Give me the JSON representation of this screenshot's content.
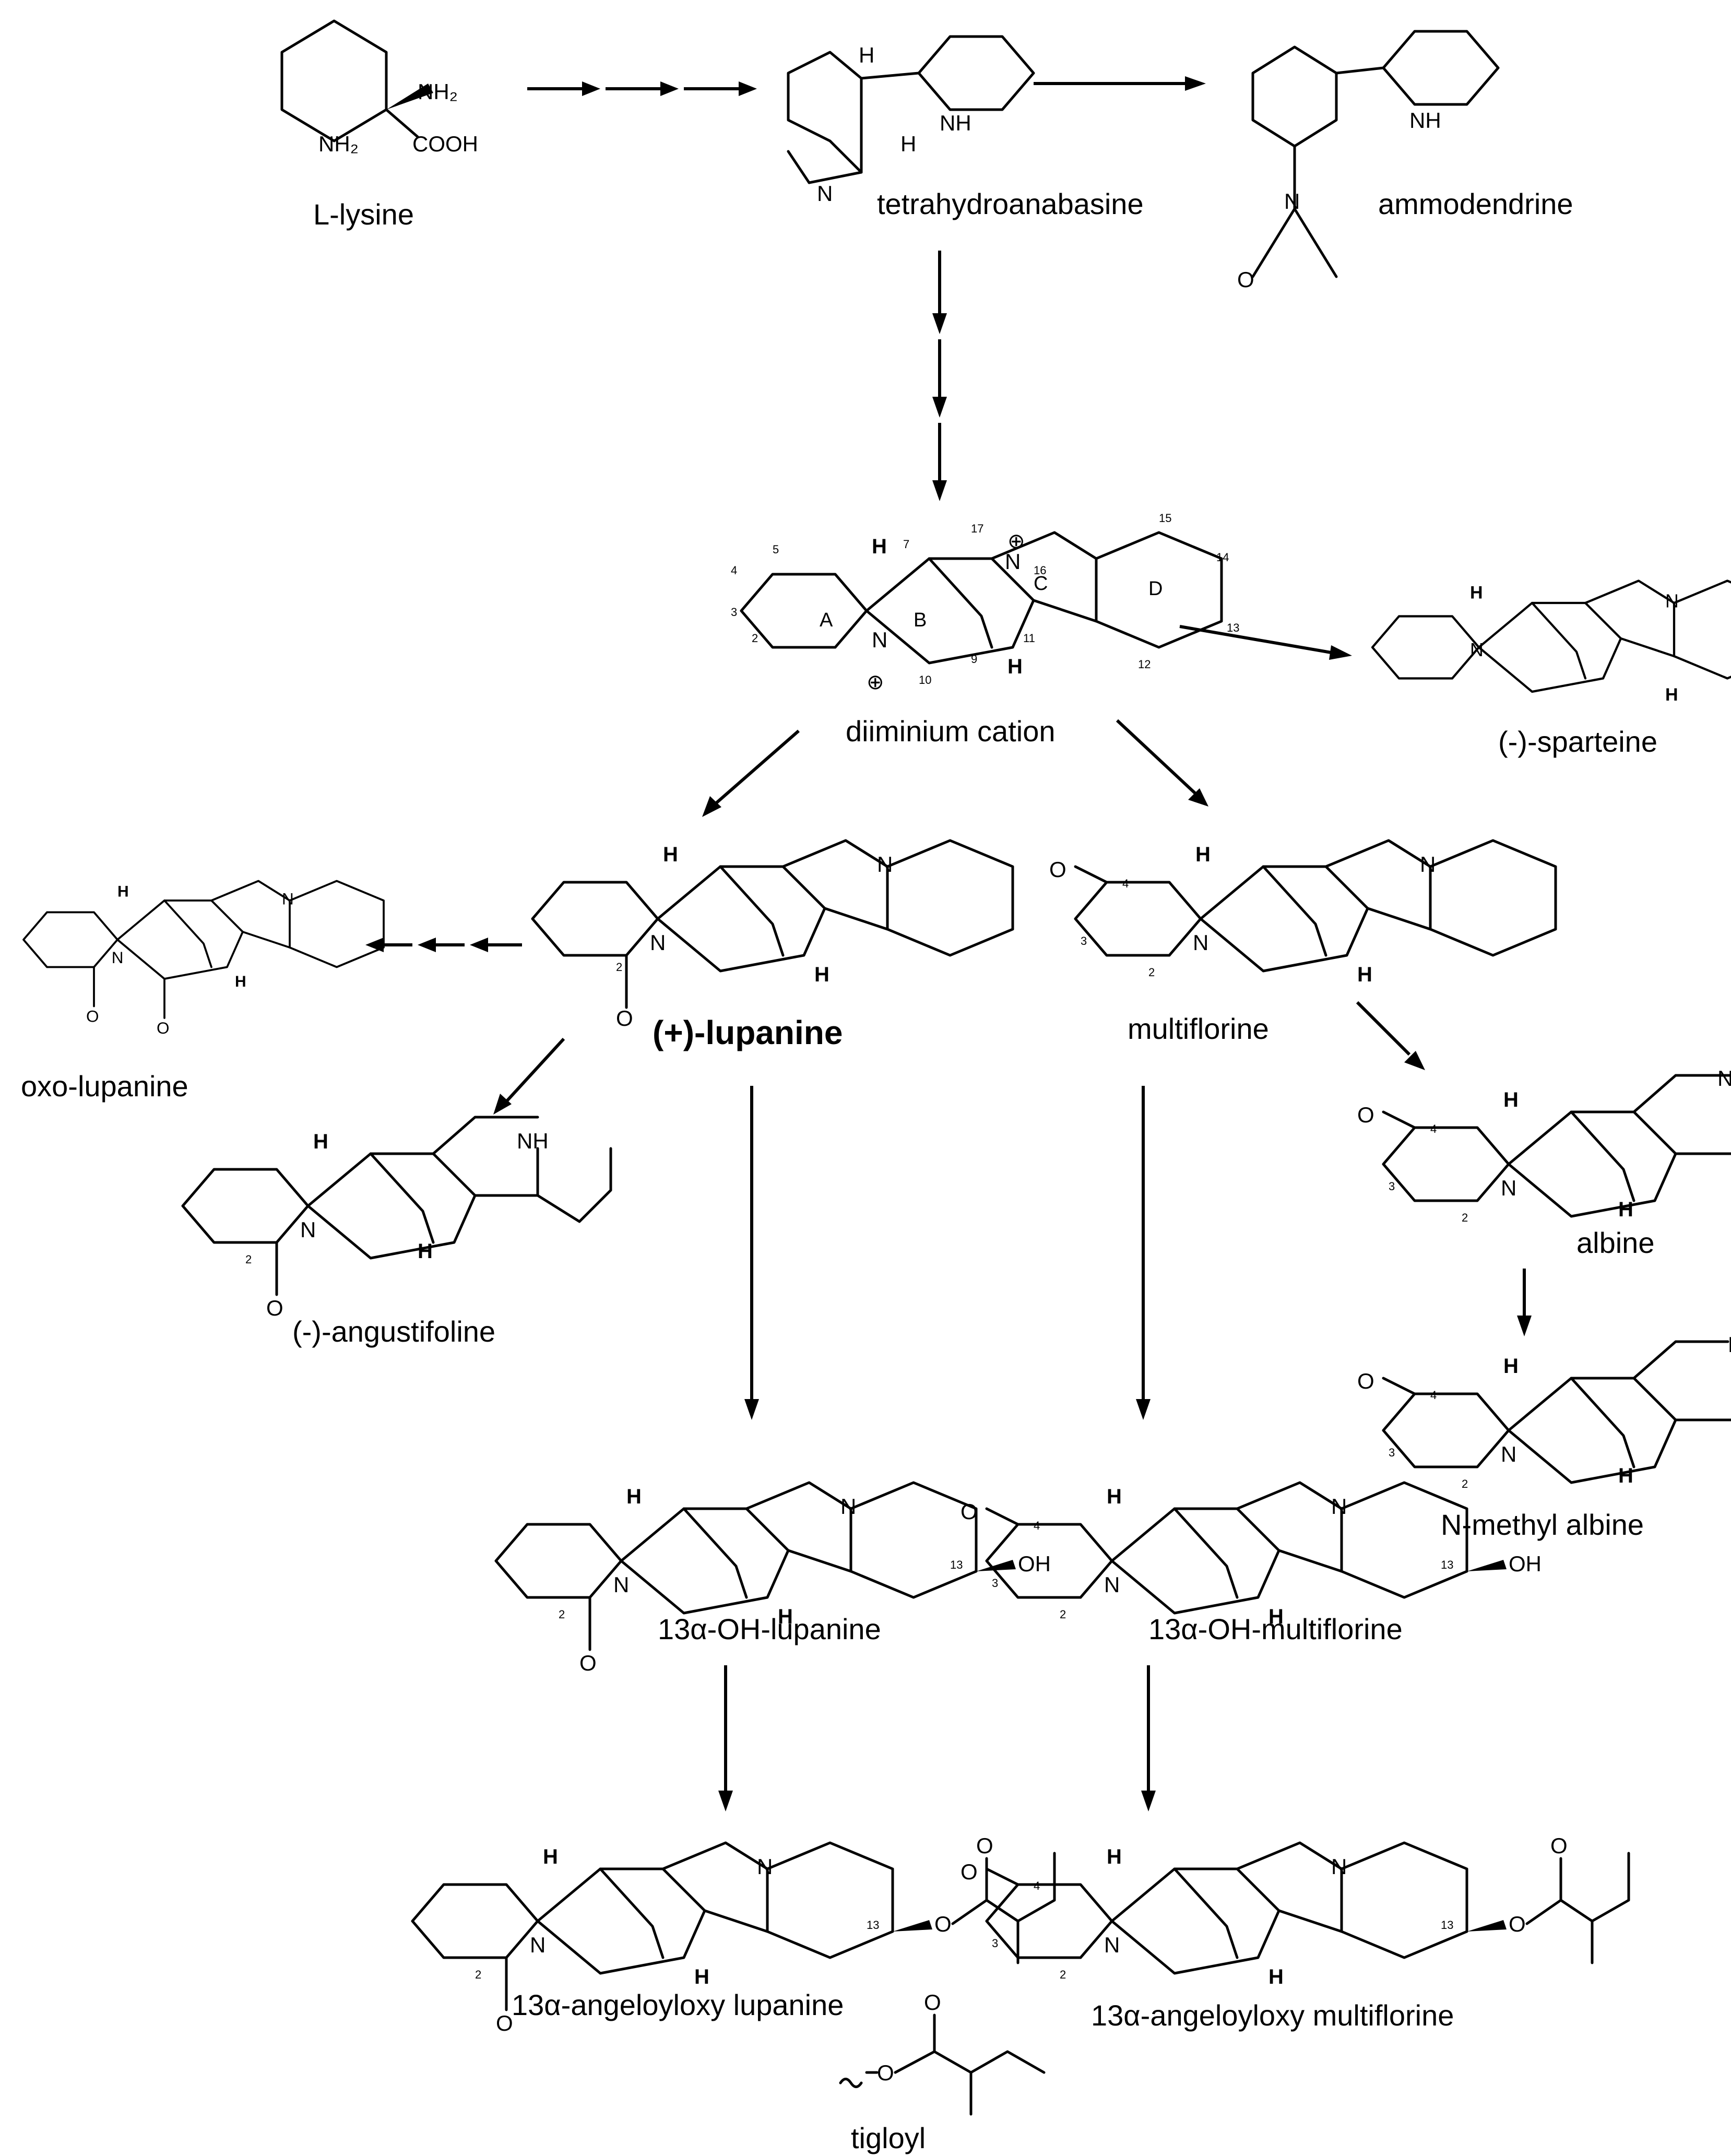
{
  "compounds": {
    "l_lysine": "L-lysine",
    "tetrahydroanabasine": "tetrahydroanabasine",
    "ammodendrine": "ammodendrine",
    "diiminium": "diiminium cation",
    "sparteine": "(-)-sparteine",
    "lupanine": "(+)-lupanine",
    "multiflorine": "multiflorine",
    "oxo_lupanine": "oxo-lupanine",
    "angustifoline": "(-)-angustifoline",
    "albine": "albine",
    "n_methyl_albine": "N-methyl albine",
    "oh_lupanine": "13α-OH-lupanine",
    "oh_multiflorine": "13α-OH-multiflorine",
    "ang_lupanine": "13α-angeloyloxy lupanine",
    "ang_multiflorine": "13α-angeloyloxy multiflorine",
    "tigloyl": "tigloyl"
  },
  "atoms": {
    "N": "N",
    "H": "H",
    "O": "O",
    "NH": "NH",
    "OH": "OH",
    "NH2": "NH₂",
    "COOH": "COOH",
    "plus": "⊕"
  },
  "rings": {
    "A": "A",
    "B": "B",
    "C": "C",
    "D": "D"
  },
  "locants": {
    "l2": "2",
    "l3": "3",
    "l4": "4",
    "l5": "5",
    "l7": "7",
    "l9": "9",
    "l10": "10",
    "l11": "11",
    "l12": "12",
    "l13": "13",
    "l14": "14",
    "l15": "15",
    "l16": "16",
    "l17": "17"
  }
}
